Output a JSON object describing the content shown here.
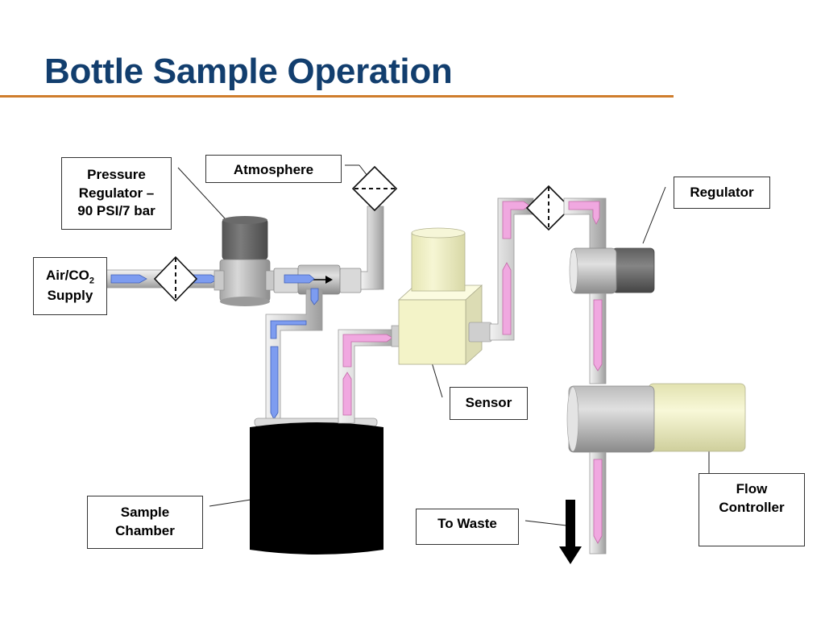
{
  "slide": {
    "title": "Bottle Sample Operation"
  },
  "labels": {
    "pressure_regulator": [
      "Pressure",
      "Regulator –",
      "90 PSI/7 bar"
    ],
    "atmosphere": "Atmosphere",
    "air_supply": {
      "line1_main": "Air/CO",
      "line1_sub": "2",
      "line2": "Supply"
    },
    "regulator": "Regulator",
    "sensor": "Sensor",
    "flow_controller": [
      "Flow",
      "Controller"
    ],
    "sample_chamber": [
      "Sample",
      "Chamber"
    ],
    "to_waste": "To Waste"
  },
  "colors": {
    "title": "#123e6e",
    "rule": "#cf7d2c",
    "pipe": "#d6d6d6",
    "pipe_edge": "#9a9a9a",
    "flow_inlet": "#7d9cf0",
    "flow_sample": "#f0a8e0",
    "sensor_body": "#f3f3c8",
    "chamber": "#000000"
  }
}
